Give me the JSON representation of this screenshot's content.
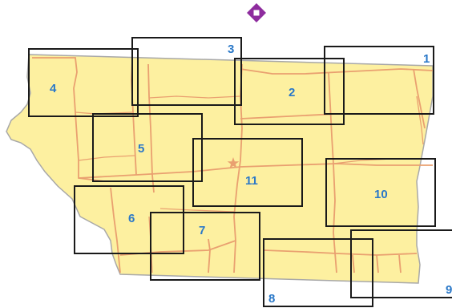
{
  "map": {
    "colors": {
      "land": "#fdf0a0",
      "border": "#a8a8a8",
      "roads": "#e9a070",
      "tile_outline": "#1a1a1a",
      "labels": "#2a78c8",
      "marker": "#8e2c9e",
      "capital_star": "#e9a070"
    },
    "north_marker_icon": "diamond-icon",
    "capital_icon": "star-icon",
    "tiles": [
      {
        "label": "1"
      },
      {
        "label": "2"
      },
      {
        "label": "3"
      },
      {
        "label": "4"
      },
      {
        "label": "5"
      },
      {
        "label": "6"
      },
      {
        "label": "7"
      },
      {
        "label": "8"
      },
      {
        "label": "9"
      },
      {
        "label": "10"
      },
      {
        "label": "11"
      }
    ]
  }
}
